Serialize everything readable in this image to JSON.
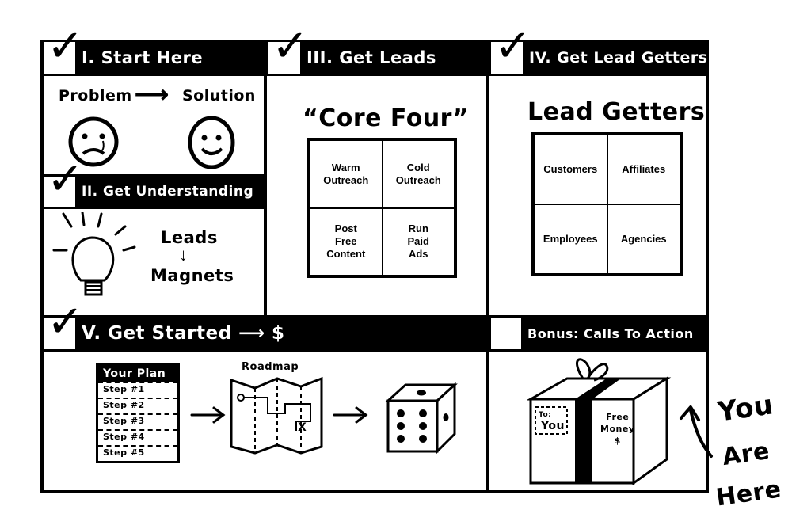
{
  "sections": {
    "s1": {
      "title": "I. Start Here",
      "checked": true
    },
    "s2": {
      "title": "II. Get Understanding",
      "checked": true
    },
    "s3": {
      "title": "III. Get Leads",
      "checked": true
    },
    "s4": {
      "title": "IV. Get Lead Getters",
      "checked": true
    },
    "s5": {
      "title": "V. Get Started ⟶ $",
      "checked": true
    },
    "bonus": {
      "title": "Bonus: Calls To Action",
      "checked": false
    }
  },
  "start_here": {
    "problem": "Problem",
    "arrow": "⟶",
    "solution": "Solution"
  },
  "understanding": {
    "leads": "Leads",
    "down_arrow": "↓",
    "magnets": "Magnets"
  },
  "core_four": {
    "title": "“Core Four”",
    "cells": [
      "Warm\nOutreach",
      "Cold\nOutreach",
      "Post\nFree\nContent",
      "Run\nPaid\nAds"
    ]
  },
  "lead_getters": {
    "title": "Lead Getters",
    "cells": [
      "Customers",
      "Affiliates",
      "Employees",
      "Agencies"
    ]
  },
  "get_started": {
    "plan_title": "Your Plan",
    "steps": [
      "Step #1",
      "Step #2",
      "Step #3",
      "Step #4",
      "Step #5"
    ],
    "roadmap_label": "Roadmap",
    "map_mark": "X"
  },
  "bonus_gift": {
    "tag_to": "To:",
    "tag_you": "You",
    "box_text": "Free\nMoney\n$"
  },
  "you_are_here": [
    "You",
    "Are",
    "Here"
  ],
  "icons": [
    "checkmark-icon",
    "sad-face-icon",
    "happy-face-icon",
    "lightbulb-icon",
    "map-icon",
    "dice-icon",
    "gift-box-icon",
    "curved-arrow-icon"
  ]
}
